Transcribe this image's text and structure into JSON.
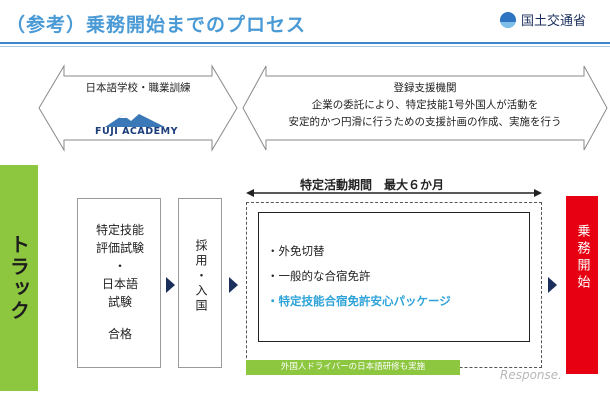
{
  "header": {
    "title": "（参考）乗務開始までのプロセス",
    "ministry": "国土交通省"
  },
  "arrow_left": {
    "label": "日本語学校・職業訓練",
    "logo_name": "FUJI ACADEMY"
  },
  "arrow_right": {
    "line1": "登録支援機関",
    "line2": "企業の委託により、特定技能1号外国人が活動を",
    "line3": "安定的かつ円滑に行うための支援計画の作成、実施を行う"
  },
  "truck": {
    "label": "トラック"
  },
  "exam_box": {
    "line1": "特定技能",
    "line2": "評価試験",
    "line3": "・",
    "line4": "日本語",
    "line5": "試験",
    "line6": "合格"
  },
  "hire_box": {
    "label": "採用・入国"
  },
  "period": {
    "label": "特定活動期間　最大６か月",
    "items": [
      "・外免切替",
      "・一般的な合宿免許",
      "・特定技能合宿免許安心パッケージ"
    ],
    "note": "外国人ドライバーの日本語研修も実施"
  },
  "start_box": {
    "label": "乗務開始"
  },
  "watermark": "Response.",
  "colors": {
    "title": "#4a9ad6",
    "truck": "#8dc63f",
    "start": "#e60012",
    "highlight": "#2ea3d8",
    "chevron": "#1b2f5c"
  }
}
